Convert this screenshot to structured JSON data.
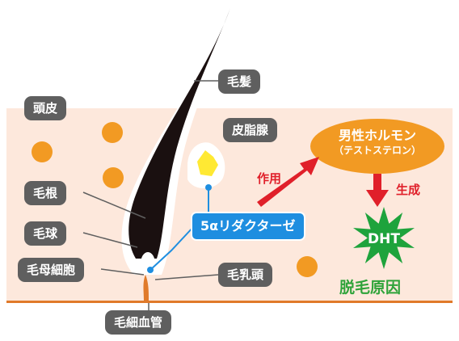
{
  "labels": {
    "scalp": "頭皮",
    "hair": "毛髪",
    "sebaceous_gland": "皮脂腺",
    "hair_root": "毛根",
    "hair_bulb": "毛球",
    "matrix_cell": "毛母細胞",
    "dermal_papilla": "毛乳頭",
    "capillary": "毛細血管"
  },
  "enzyme": "5αリダクターゼ",
  "hormone": {
    "line1": "男性ホルモン",
    "line2": "（テストステロン）"
  },
  "action_label": "作用",
  "produce_label": "生成",
  "dht": "DHT",
  "hair_loss_cause": "脱毛原因",
  "colors": {
    "skin": "#fde8dc",
    "label_bg": "#5f5f5f",
    "enzyme_bg": "#1e8ee0",
    "hormone_bg": "#f29a23",
    "arrow_red": "#e0202a",
    "dht_green": "#1ea33c",
    "dots": "#f29a23",
    "capillary_line": "#e07a2a",
    "sebum": "#ffe933"
  }
}
